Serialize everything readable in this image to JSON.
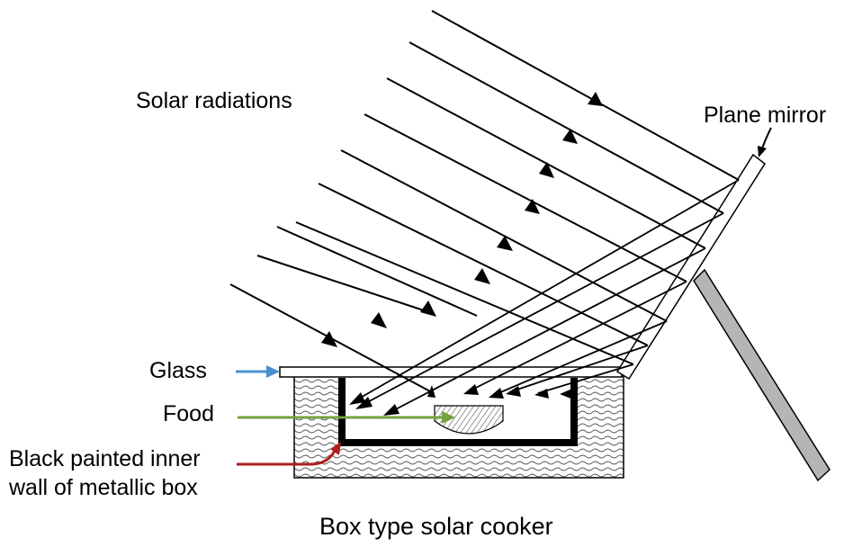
{
  "labels": {
    "solar_radiations": "Solar radiations",
    "plane_mirror": "Plane mirror",
    "glass": "Glass",
    "food": "Food",
    "inner_wall_line1": "Black painted inner",
    "inner_wall_line2": "wall of metallic box"
  },
  "caption": "Box type solar cooker",
  "colors": {
    "glass_arrow": "#4a8fd0",
    "food_arrow": "#77a03f",
    "inner_wall_arrow": "#b01c1c"
  }
}
